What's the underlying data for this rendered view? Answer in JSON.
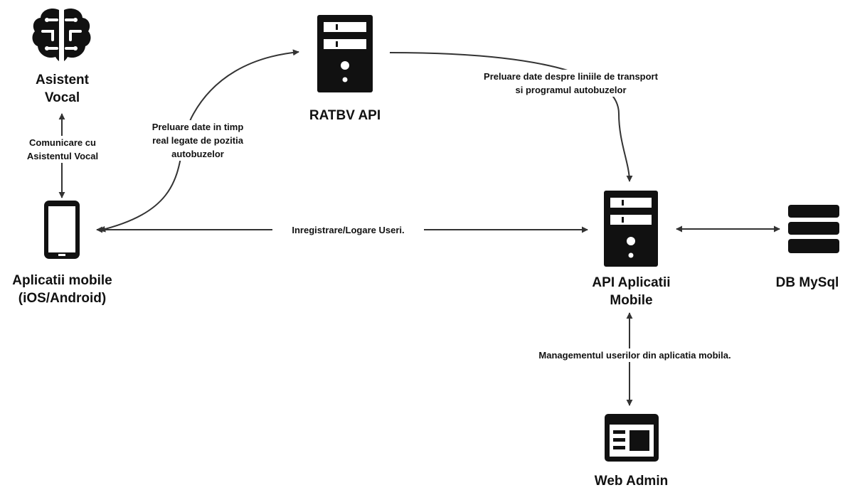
{
  "nodes": {
    "assistant": {
      "line1": "Asistent",
      "line2": "Vocal",
      "icon": "brain-icon"
    },
    "ratbv": {
      "name": "RATBV API",
      "icon": "server-icon"
    },
    "mobile": {
      "line1": "Aplicatii mobile",
      "line2": "(iOS/Android)",
      "icon": "smartphone-icon"
    },
    "api": {
      "line1": "API Aplicatii",
      "line2": "Mobile",
      "icon": "server-icon"
    },
    "db": {
      "name": "DB MySql",
      "icon": "database-icon"
    },
    "web": {
      "name": "Web Admin",
      "icon": "browser-window-icon"
    }
  },
  "edges": {
    "assistant_comm": {
      "line1": "Comunicare cu",
      "line2": "Asistentul Vocal"
    },
    "realtime": {
      "line1": "Preluare date in timp",
      "line2": "real legate de pozitia",
      "line3": "autobuzelor"
    },
    "transport": {
      "line1": "Preluare date despre liniile de transport",
      "line2": "si programul autobuzelor"
    },
    "register": {
      "text": "Inregistrare/Logare Useri."
    },
    "management": {
      "text": "Managementul userilor din aplicatia mobila."
    }
  },
  "colors": {
    "stroke": "#333333",
    "icon": "#111111",
    "background": "#ffffff"
  }
}
